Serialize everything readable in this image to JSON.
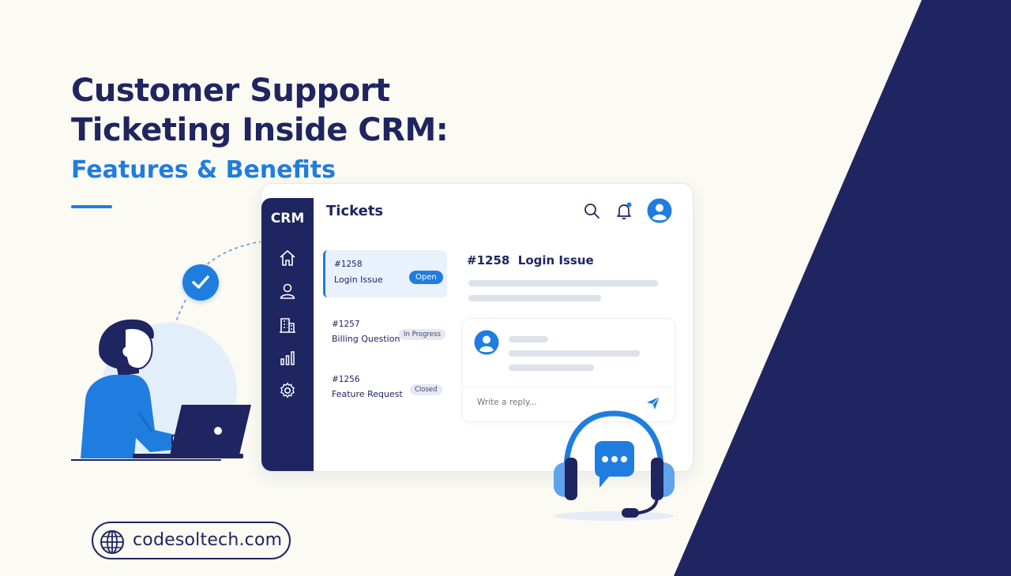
{
  "headline": {
    "line1": "Customer Support",
    "line2": "Ticketing Inside CRM:",
    "subtitle": "Features & Benefits"
  },
  "crm": {
    "logo": "CRM",
    "section_title": "Tickets",
    "nav_icons": [
      "home-icon",
      "user-icon",
      "building-icon",
      "bar-chart-icon",
      "gear-icon"
    ],
    "header_icons": [
      "search-icon",
      "bell-icon",
      "avatar-icon"
    ],
    "tickets": [
      {
        "id": "#1258",
        "title": "Login Issue",
        "status": "Open"
      },
      {
        "id": "#1257",
        "title": "Billing Question",
        "status": "In Progress"
      },
      {
        "id": "#1256",
        "title": "Feature Request",
        "status": "Closed"
      }
    ],
    "detail": {
      "id": "#1258",
      "title": "Login Issue"
    },
    "reply_placeholder": "Write a reply..."
  },
  "brand": {
    "url": "codesoltech.com"
  },
  "colors": {
    "navy": "#1f2560",
    "accent_blue": "#1f7de0",
    "background": "#fbfaf3"
  }
}
